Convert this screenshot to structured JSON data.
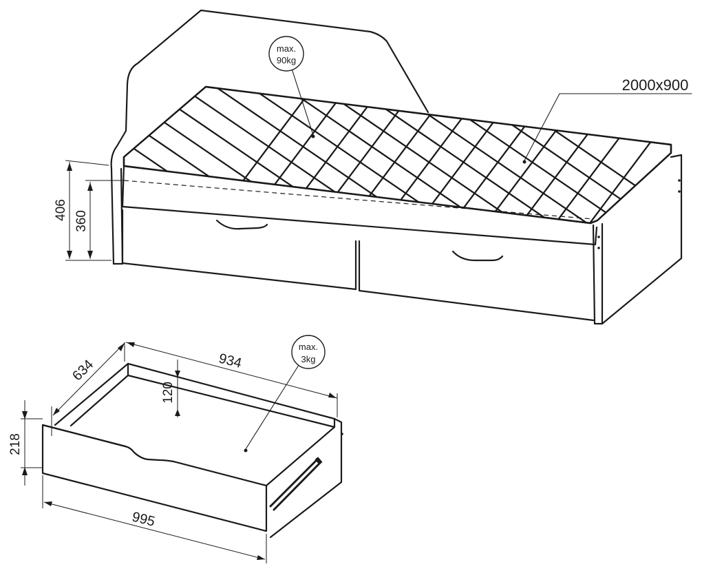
{
  "bed": {
    "badge_line1": "max.",
    "badge_line2": "90kg",
    "mattress_size": "2000x900",
    "height_total": "406",
    "height_frame": "360"
  },
  "drawer": {
    "badge_line1": "max.",
    "badge_line2": "3kg",
    "depth": "634",
    "inner_width": "934",
    "inner_height": "120",
    "front_height": "218",
    "front_width": "995"
  }
}
